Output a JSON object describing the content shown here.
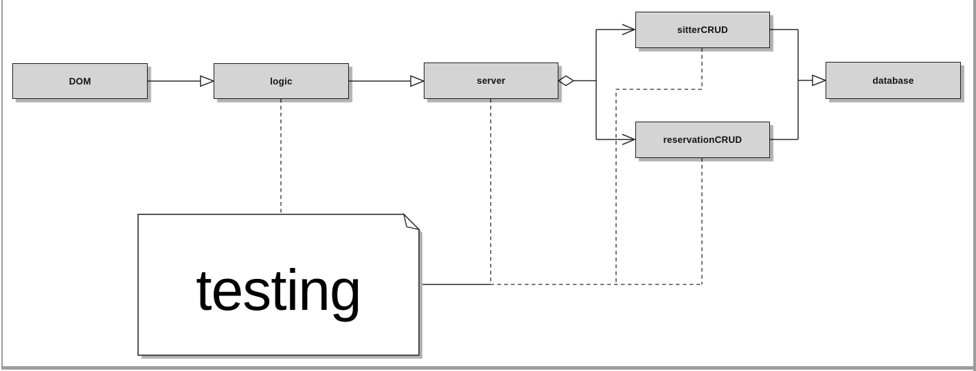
{
  "diagram": {
    "nodes": [
      {
        "id": "dom",
        "label": "DOM"
      },
      {
        "id": "logic",
        "label": "logic"
      },
      {
        "id": "server",
        "label": "server"
      },
      {
        "id": "sitter-crud",
        "label": "sitterCRUD"
      },
      {
        "id": "reservation-crud",
        "label": "reservationCRUD"
      },
      {
        "id": "database",
        "label": "database"
      }
    ],
    "note": {
      "text": "testing",
      "shape": "uml-note-dog-ear"
    },
    "edges": [
      {
        "from": "DOM",
        "to": "logic",
        "style": "solid",
        "arrow": "hollow-triangle"
      },
      {
        "from": "logic",
        "to": "server",
        "style": "solid",
        "arrow": "hollow-triangle"
      },
      {
        "from": "server",
        "to": "sitterCRUD",
        "style": "solid",
        "arrow": "open-chevron",
        "source_decoration": "hollow-diamond"
      },
      {
        "from": "server",
        "to": "reservationCRUD",
        "style": "solid",
        "arrow": "open-chevron",
        "source_decoration": "hollow-diamond"
      },
      {
        "from": "sitterCRUD",
        "to": "database",
        "style": "solid",
        "arrow": "hollow-triangle"
      },
      {
        "from": "reservationCRUD",
        "to": "database",
        "style": "solid",
        "arrow": "hollow-triangle"
      },
      {
        "from": "testing-note",
        "to": "logic",
        "style": "dashed",
        "arrow": "none"
      },
      {
        "from": "testing-note",
        "to": "server",
        "style": "dashed",
        "arrow": "none"
      },
      {
        "from": "testing-note",
        "to": "sitterCRUD",
        "style": "dashed",
        "arrow": "none"
      },
      {
        "from": "testing-note",
        "to": "reservationCRUD",
        "style": "dashed",
        "arrow": "none"
      }
    ],
    "colors": {
      "background": "#ffffff",
      "node_fill": "#d4d4d4",
      "node_border": "#1c1c1c",
      "connector": "#2a2a2a",
      "note_fill": "#ffffff",
      "shadow": "#b3b3b3",
      "frame": "#9c9c9c"
    }
  }
}
